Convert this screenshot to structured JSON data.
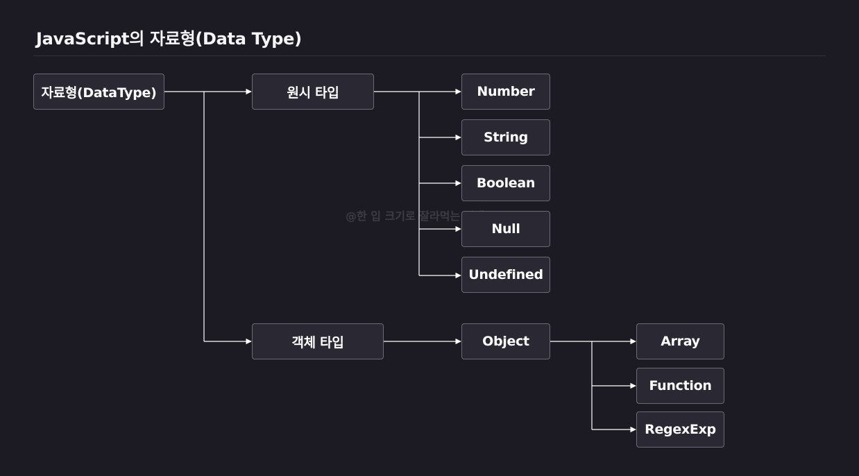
{
  "title": "JavaScript의 자료형(Data Type)",
  "watermark": "@한 입 크기로 잘라먹는 리액트",
  "diagram": {
    "root": "자료형(DataType)",
    "primitive": {
      "label": "원시 타입",
      "children": [
        "Number",
        "String",
        "Boolean",
        "Null",
        "Undefined"
      ]
    },
    "object_type": {
      "label": "객체 타입",
      "object": "Object",
      "children": [
        "Array",
        "Function",
        "RegexExp"
      ]
    }
  },
  "colors": {
    "background": "#1c1b24",
    "node_fill": "#2a2933",
    "node_border": "#6c6b74",
    "line": "#ffffff",
    "text": "#ffffff"
  }
}
